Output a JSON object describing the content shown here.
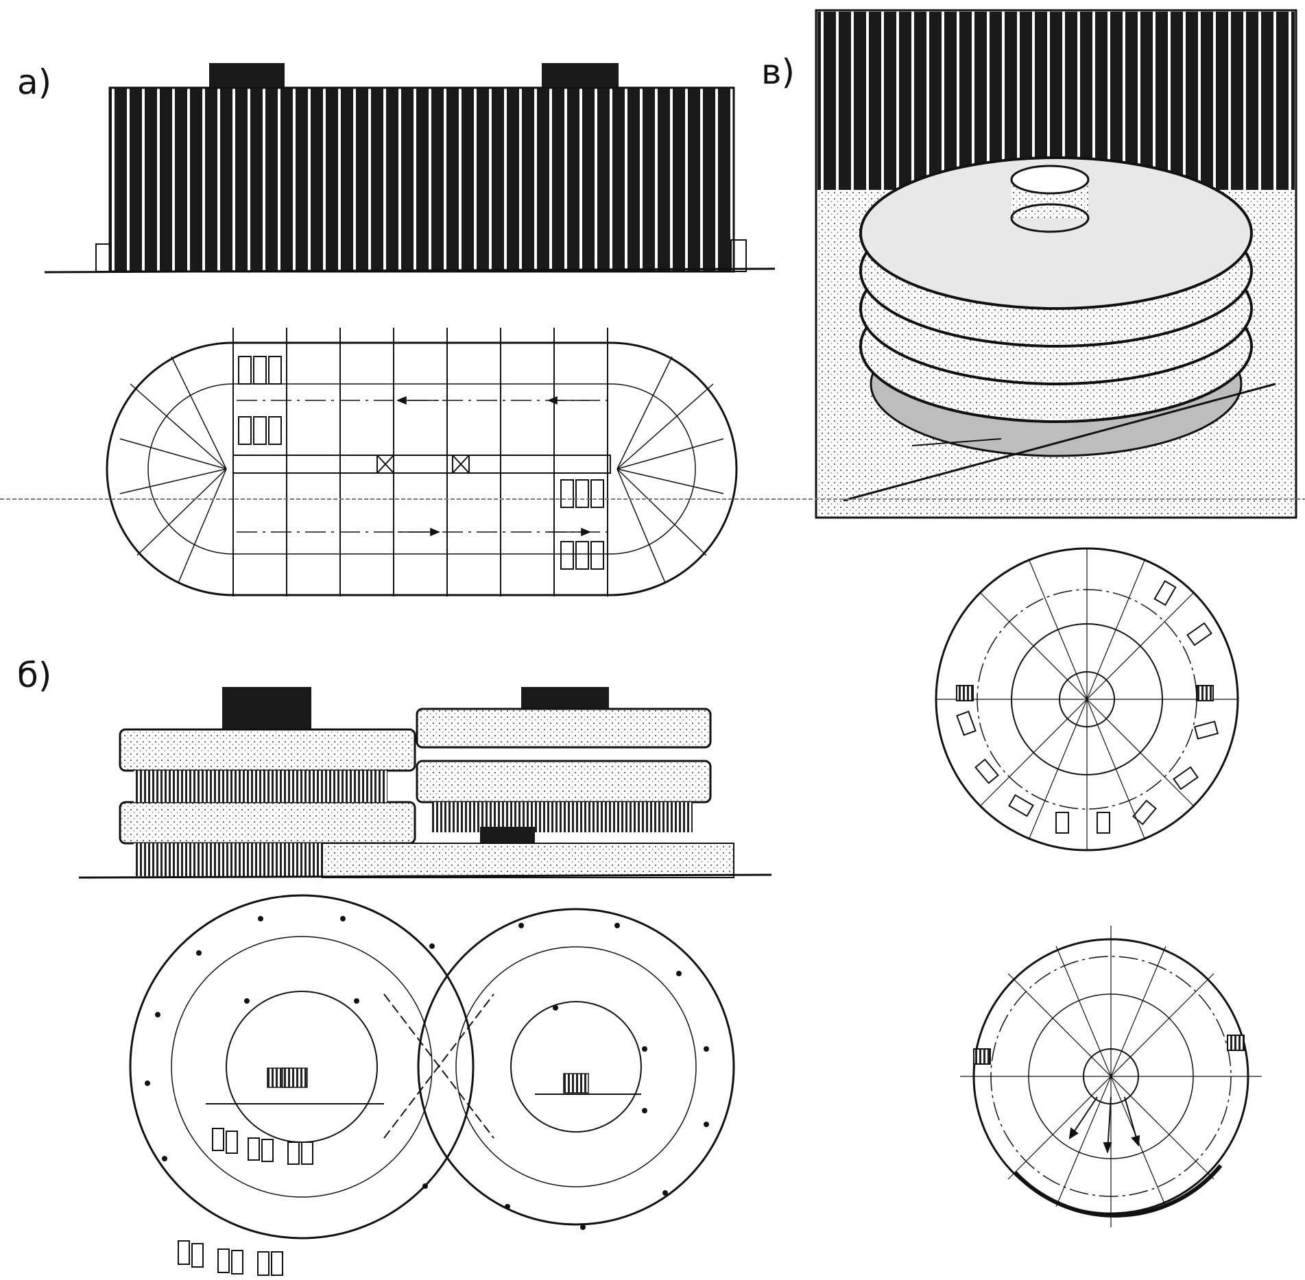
{
  "labels": {
    "a": "а)",
    "b": "б)",
    "v": "в)"
  },
  "colors": {
    "ink": "#111111",
    "paper": "#ffffff",
    "stipple": "#bdbdbd",
    "dark_fill": "#1a1a1a"
  }
}
